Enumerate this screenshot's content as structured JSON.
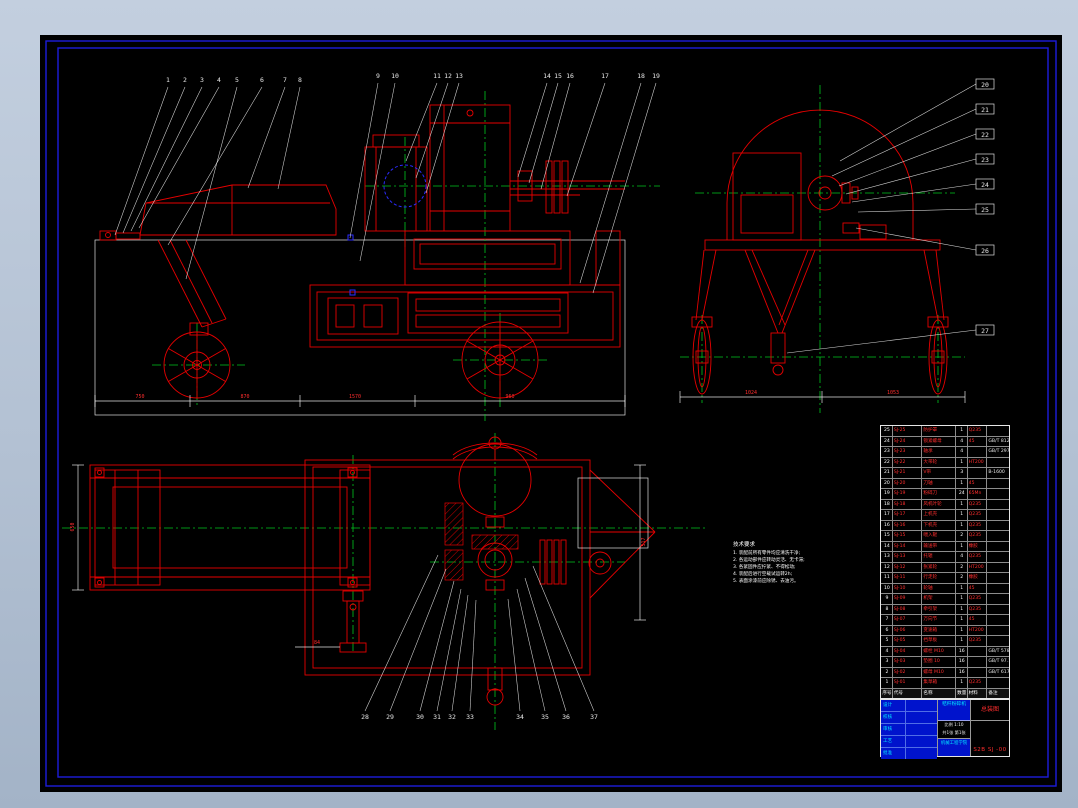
{
  "app": {
    "background": "#b3c1d3",
    "canvas_bg": "#000000",
    "frame_color": "#1c1cdc",
    "line_color": "#e60000",
    "centerline_color": "#00c61e",
    "leader_color": "#ffffff",
    "detail_blue": "#2b2bff"
  },
  "callouts": {
    "side": [
      "1",
      "2",
      "3",
      "4",
      "5",
      "6",
      "7",
      "8"
    ],
    "mid": [
      "9",
      "10",
      "11",
      "12",
      "13"
    ],
    "pulley": [
      "14",
      "15",
      "16"
    ],
    "single": [
      "17"
    ],
    "right_pair": [
      "18",
      "19"
    ],
    "rear": [
      "20",
      "21",
      "22",
      "23",
      "24",
      "25",
      "26",
      "27"
    ],
    "bottom": [
      "28",
      "29",
      "30",
      "31",
      "32",
      "33",
      "34",
      "35",
      "36",
      "37"
    ]
  },
  "dims": {
    "side": [
      "750",
      "870",
      "1570",
      "960"
    ],
    "rear": [
      "1024",
      "1053"
    ],
    "top": [
      "650",
      "84",
      "517"
    ]
  },
  "notes": {
    "title": "技术要求",
    "lines": [
      "1. 装配前所有零件均应清洗干净;",
      "2. 各运动部件应转动灵活、无卡滞;",
      "3. 各紧固件应拧紧、不得松动;",
      "4. 装配后进行空载试运转2h;",
      "5. 表面涂漆前应除锈、去油污。"
    ]
  },
  "bom": {
    "header": [
      "序号",
      "代号",
      "名称",
      "数量",
      "材料",
      "备注"
    ],
    "rows": [
      [
        "25",
        "SJ-25",
        "防护罩",
        "1",
        "Q235",
        ""
      ],
      [
        "24",
        "SJ-24",
        "锁紧螺母",
        "4",
        "45",
        "GB/T 812"
      ],
      [
        "23",
        "SJ-23",
        "轴承",
        "4",
        "",
        "GB/T 297"
      ],
      [
        "22",
        "SJ-22",
        "大带轮",
        "1",
        "HT200",
        ""
      ],
      [
        "21",
        "SJ-21",
        "V带",
        "3",
        "",
        "B-1600"
      ],
      [
        "20",
        "SJ-20",
        "刀轴",
        "1",
        "45",
        ""
      ],
      [
        "19",
        "SJ-19",
        "粉碎刀",
        "24",
        "65Mn",
        ""
      ],
      [
        "18",
        "SJ-18",
        "风机叶轮",
        "1",
        "Q235",
        ""
      ],
      [
        "17",
        "SJ-17",
        "上机壳",
        "1",
        "Q235",
        ""
      ],
      [
        "16",
        "SJ-16",
        "下机壳",
        "1",
        "Q235",
        ""
      ],
      [
        "15",
        "SJ-15",
        "喂入辊",
        "2",
        "Q235",
        ""
      ],
      [
        "14",
        "SJ-14",
        "输送带",
        "1",
        "橡胶",
        ""
      ],
      [
        "13",
        "SJ-13",
        "托辊",
        "4",
        "Q235",
        ""
      ],
      [
        "12",
        "SJ-12",
        "张紧轮",
        "2",
        "HT200",
        ""
      ],
      [
        "11",
        "SJ-11",
        "行走轮",
        "2",
        "橡胶",
        ""
      ],
      [
        "10",
        "SJ-10",
        "轮轴",
        "1",
        "45",
        ""
      ],
      [
        "9",
        "SJ-09",
        "机架",
        "1",
        "Q235",
        ""
      ],
      [
        "8",
        "SJ-08",
        "牵引架",
        "1",
        "Q235",
        ""
      ],
      [
        "7",
        "SJ-07",
        "万向节",
        "1",
        "45",
        ""
      ],
      [
        "6",
        "SJ-06",
        "变速箱",
        "1",
        "HT200",
        ""
      ],
      [
        "5",
        "SJ-05",
        "挡草板",
        "1",
        "Q235",
        ""
      ],
      [
        "4",
        "SJ-04",
        "螺栓 M10",
        "16",
        "",
        "GB/T 5782"
      ],
      [
        "3",
        "SJ-03",
        "垫圈 10",
        "16",
        "",
        "GB/T 97.1"
      ],
      [
        "2",
        "SJ-02",
        "螺母 M10",
        "16",
        "",
        "GB/T 6170"
      ],
      [
        "1",
        "SJ-01",
        "集草箱",
        "1",
        "Q235",
        ""
      ]
    ]
  },
  "titleblock": {
    "name": "秸秆粉碎机",
    "sheet_title": "总装图",
    "drawing_no": "S2B SJ -00",
    "scale_label": "比例",
    "scale": "1:10",
    "sheet": "共1张 第1张",
    "unit": "机械工程学院",
    "sign_rows": [
      "设计",
      "校核",
      "审核",
      "工艺",
      "批准"
    ]
  }
}
